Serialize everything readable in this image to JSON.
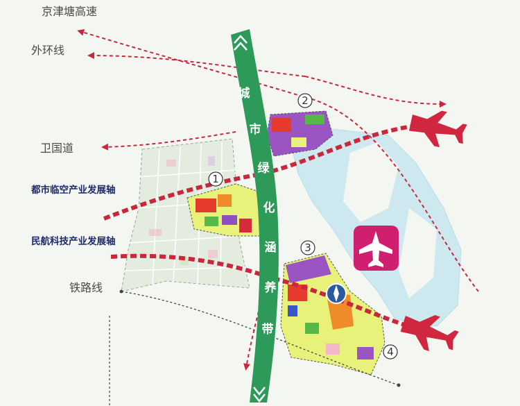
{
  "labels": {
    "jingjintang": "京津塘高速",
    "waihuan": "外环线",
    "weiguodao": "卫国道",
    "axis_urban": "都市临空产业发展轴",
    "axis_civil": "民航科技产业发展轴",
    "railway": "铁路线"
  },
  "green_belt": [
    "城",
    "市",
    "绿",
    "化",
    "涵",
    "养",
    "带"
  ],
  "zones": [
    "1",
    "2",
    "3",
    "4"
  ],
  "icons": [
    "airport-icon",
    "airplane-icon",
    "compass-logo-icon"
  ],
  "colors": {
    "green_belt": "#2e9a5a",
    "axis": "#c8283c",
    "airport": "#d01f6e",
    "water": "#cde9ef"
  }
}
